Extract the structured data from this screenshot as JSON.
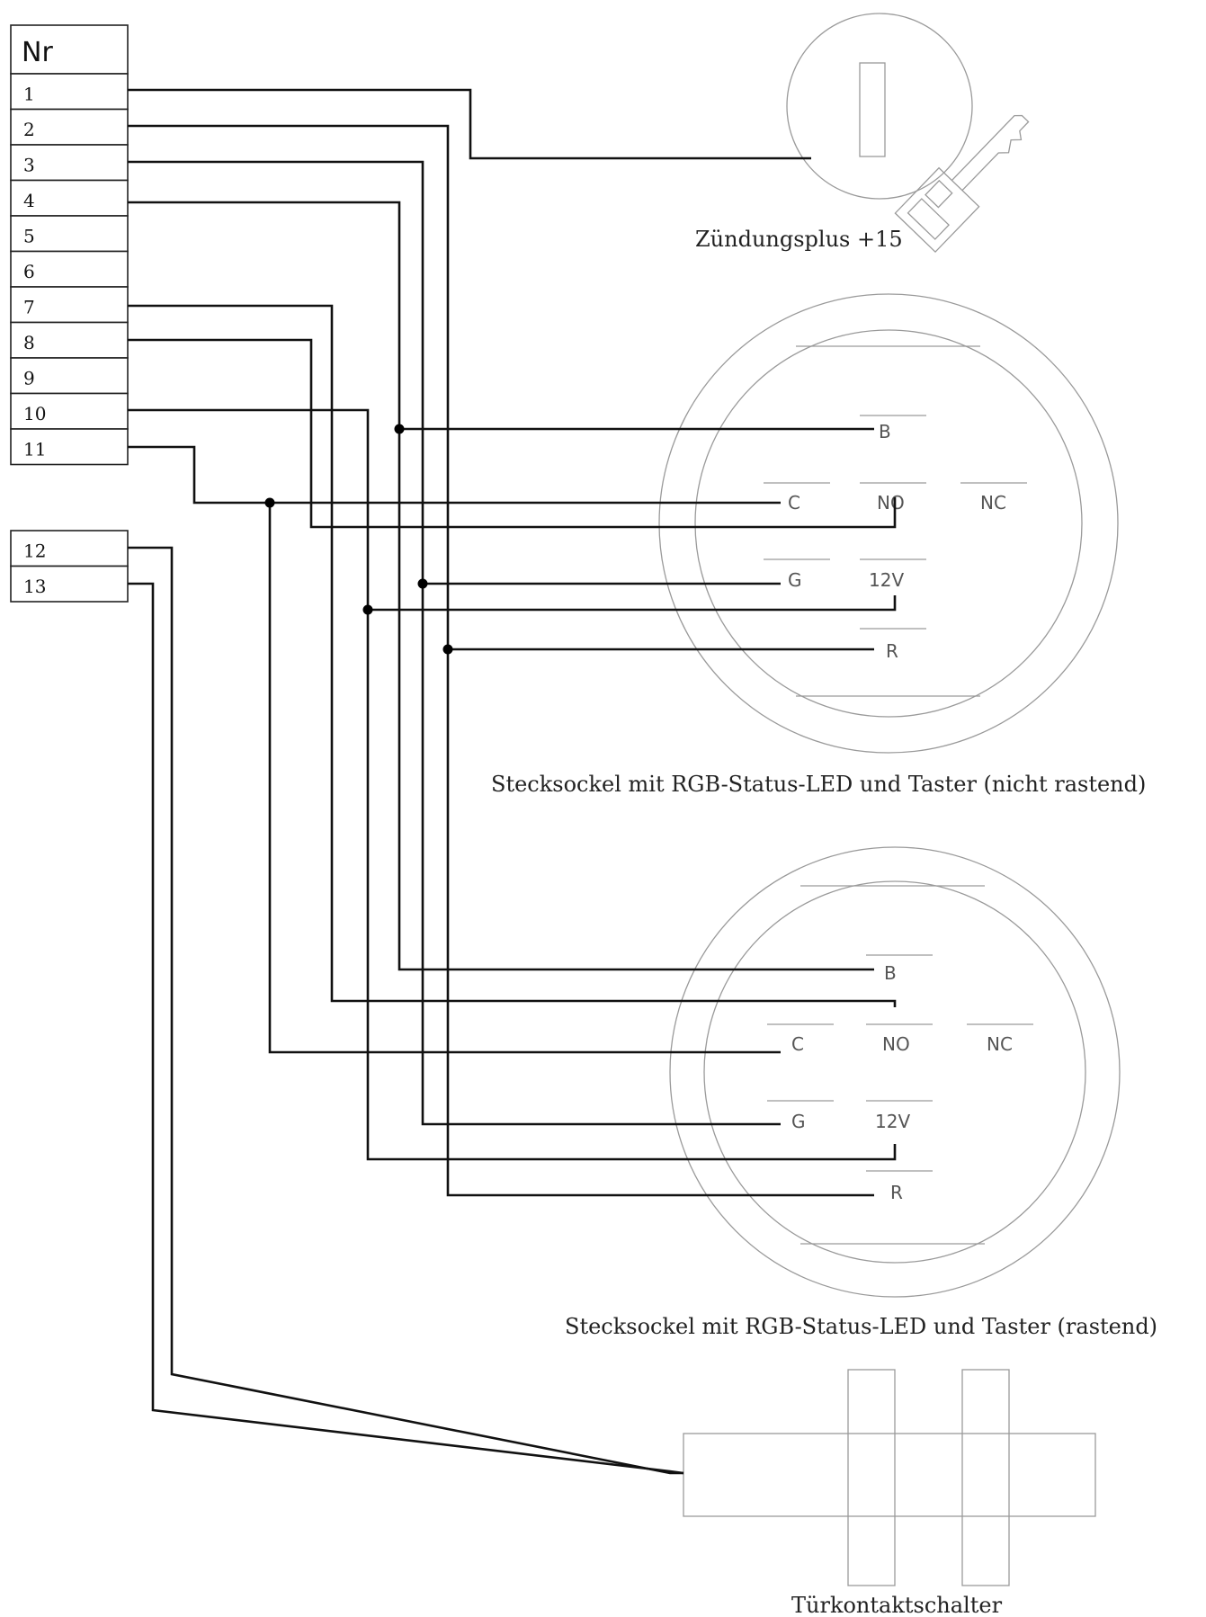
{
  "terminal_table": {
    "header": "Nr",
    "rows": [
      "1",
      "2",
      "3",
      "4",
      "5",
      "6",
      "7",
      "8",
      "9",
      "10",
      "11"
    ]
  },
  "terminal_table_2": {
    "rows": [
      "12",
      "13"
    ]
  },
  "ignition": {
    "label": "Zündungsplus +15"
  },
  "socket_momentary": {
    "caption": "Stecksockel mit RGB-Status-LED und Taster (nicht rastend)",
    "pins": {
      "b": "B",
      "c": "C",
      "no": "NO",
      "nc": "NC",
      "g": "G",
      "v12": "12V",
      "r": "R"
    }
  },
  "socket_latching": {
    "caption": "Stecksockel mit RGB-Status-LED und Taster (rastend)",
    "pins": {
      "b": "B",
      "c": "C",
      "no": "NO",
      "nc": "NC",
      "g": "G",
      "v12": "12V",
      "r": "R"
    }
  },
  "door_switch": {
    "label": "Türkontaktschalter"
  }
}
